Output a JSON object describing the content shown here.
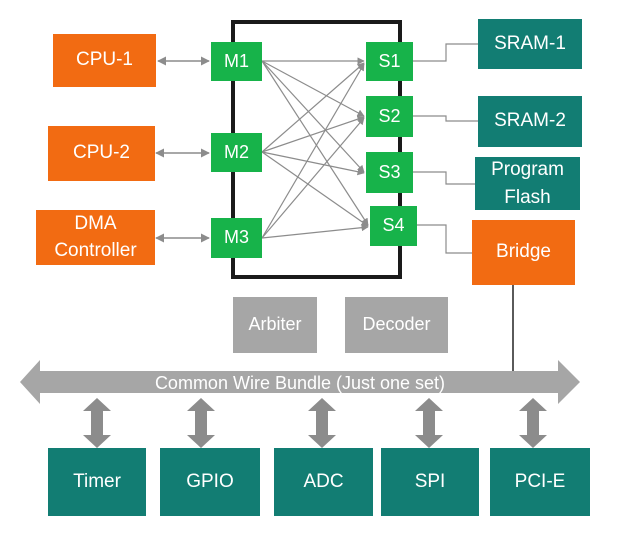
{
  "masters": [
    {
      "id": "cpu1",
      "label": "CPU-1"
    },
    {
      "id": "cpu2",
      "label": "CPU-2"
    },
    {
      "id": "dma",
      "label": "DMA Controller"
    }
  ],
  "master_ports": [
    "M1",
    "M2",
    "M3"
  ],
  "slave_ports": [
    "S1",
    "S2",
    "S3",
    "S4"
  ],
  "slaves": [
    {
      "id": "sram1",
      "label": "SRAM-1"
    },
    {
      "id": "sram2",
      "label": "SRAM-2"
    },
    {
      "id": "flash",
      "label": "Program Flash"
    },
    {
      "id": "bridge",
      "label": "Bridge"
    }
  ],
  "control_blocks": {
    "arbiter": "Arbiter",
    "decoder": "Decoder"
  },
  "bus": {
    "label": "Common Wire Bundle (Just one set)"
  },
  "peripherals": [
    "Timer",
    "GPIO",
    "ADC",
    "SPI",
    "PCI-E"
  ],
  "colors": {
    "master": "#f26b12",
    "slave": "#127d73",
    "port": "#17b34a",
    "control": "#a6a6a6",
    "bus": "#a6a6a6",
    "matrix_frame": "#1a1a1a",
    "connection": "#8c8c8c"
  }
}
